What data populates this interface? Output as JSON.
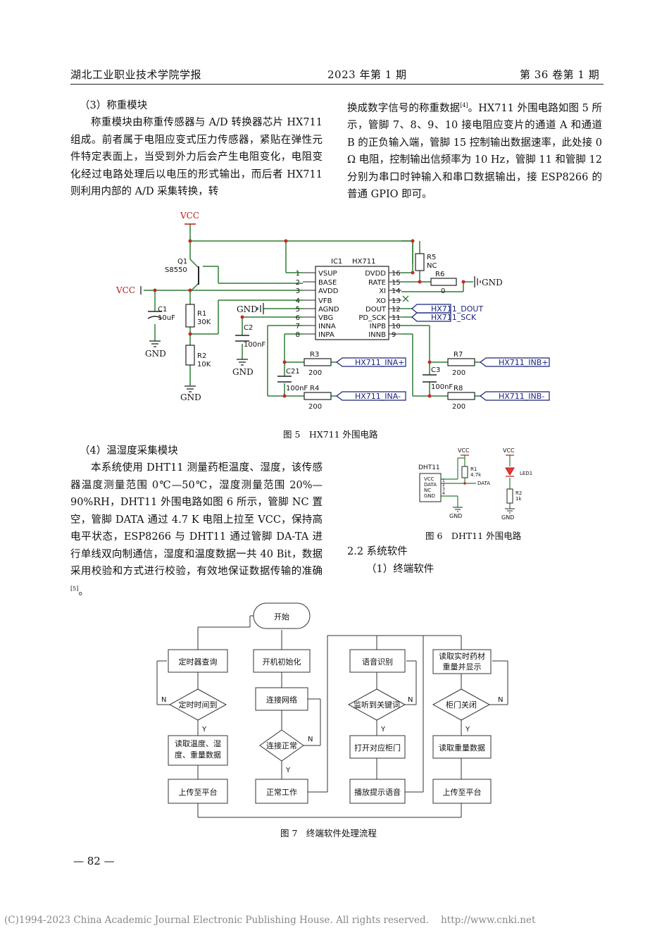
{
  "header": {
    "left": "湖北工业职业技术学院学报",
    "center": "2023 年第 1 期",
    "right": "第 36 卷第 1 期"
  },
  "col1_top": {
    "heading": "（3）称重模块",
    "para": "称重模块由称重传感器与 A/D 转换器芯片 HX711 组成。前者属于电阻应变式压力传感器，紧贴在弹性元件特定表面上，当受到外力后会产生电阻变化，电阻变化经过电路处理后以电压的形式输出，而后者 HX711 则利用内部的 A/D 采集转换，转"
  },
  "col2_top": {
    "para_before_cite": "换成数字信号的称重数据",
    "cite": "[4]",
    "para_after_cite": "。HX711 外围电路如图 5 所示，管脚 7、8、9、10 接电阻应变片的通道 A 和通道 B 的正负输入端，管脚 15 控制输出数据速率，此处接 0 Ω 电阻，控制输出信频率为 10 Hz，管脚 11 和管脚 12 分别为串口时钟输入和串口数据输出，接 ESP8266 的普通 GPIO 即可。"
  },
  "fig5": {
    "caption": "图 5　HX711 外围电路",
    "vcc_top": "VCC",
    "vcc_left": "VCC",
    "gnd": "GND",
    "q1": "Q1",
    "q1_part": "S8550",
    "c1": "C1",
    "c1_val": "10uF",
    "r1": "R1",
    "r1_val": "30K",
    "r2": "R2",
    "r2_val": "10K",
    "c2": "C2",
    "c2_val": "100nF",
    "ic_ref": "IC1",
    "ic_name": "HX711",
    "pins_left": [
      {
        "num": "1",
        "name": "VSUP"
      },
      {
        "num": "2",
        "name": "BASE"
      },
      {
        "num": "3",
        "name": "AVDD"
      },
      {
        "num": "4",
        "name": "VFB"
      },
      {
        "num": "5",
        "name": "AGND"
      },
      {
        "num": "6",
        "name": "VBG"
      },
      {
        "num": "7",
        "name": "INNA"
      },
      {
        "num": "8",
        "name": "INPA"
      }
    ],
    "pins_right": [
      {
        "num": "16",
        "name": "DVDD"
      },
      {
        "num": "15",
        "name": "RATE"
      },
      {
        "num": "14",
        "name": "XI"
      },
      {
        "num": "13",
        "name": "XO"
      },
      {
        "num": "12",
        "name": "DOUT"
      },
      {
        "num": "11",
        "name": "PD_SCK"
      },
      {
        "num": "10",
        "name": "INPB"
      },
      {
        "num": "9",
        "name": "INNB"
      }
    ],
    "r5": "R5",
    "r5_val": "NC",
    "r6": "R6",
    "r6_val": "0",
    "r3": "R3",
    "r3_val": "200",
    "r4": "R4",
    "r4_val": "200",
    "r7": "R7",
    "r7_val": "200",
    "r8": "R8",
    "r8_val": "200",
    "c21": "C21",
    "c21_val": "100nF",
    "c3": "C3",
    "c3_val": "100nF",
    "net_dout": "HX711_DOUT",
    "net_sck": "HX711_SCK",
    "net_inap": "HX711_INA+",
    "net_inan": "HX711_INA-",
    "net_inbp": "HX711_INB+",
    "net_inbn": "HX711_INB-"
  },
  "col1_bottom": {
    "heading": "（4）温湿度采集模块",
    "para_before_cite": "本系统使用 DHT11 测量药柜温度、湿度，该传感器温度测量范围 0℃—50℃，湿度测量范围 20%—90%RH，DHT11 外围电路如图 6 所示，管脚 NC 置空，管脚 DATA 通过 4.7 K 电阻上拉至 VCC，保持高电平状态，ESP8266 与 DHT11 通过管脚 DA-TA 进行单线双向制通信，湿度和温度数据一共 40 Bit，数据采用校验和方式进行校验，有效地保证数据传输的准确",
    "cite": "[5]",
    "para_after_cite": "。"
  },
  "fig6": {
    "caption": "图 6　DHT11 外围电路",
    "chip": "DHT11",
    "pins": [
      "VCC",
      "DATA",
      "NC",
      "GND"
    ],
    "pin_nums": [
      "1",
      "2",
      "3",
      "4"
    ],
    "vcc": "VCC",
    "gnd": "GND",
    "r1": "R1",
    "r1_val": "4.7k",
    "data": "DATA",
    "led": "LED1",
    "r2": "R2",
    "r2_val": "1k"
  },
  "col2_bottom": {
    "section": "2.2 系统软件",
    "sub": "（1）终端软件"
  },
  "fig7": {
    "caption": "图 7　终端软件处理流程",
    "start": "开始",
    "col1": [
      "定时器查询",
      "定时时间到",
      "读取温度、湿度、重量数据",
      "上传至平台"
    ],
    "col2": [
      "开机初始化",
      "连接网络",
      "连接正常",
      "正常工作"
    ],
    "col3": [
      "语音识别",
      "监听到关键词",
      "打开对应柜门",
      "播放提示语音"
    ],
    "col4": [
      "读取实时药材重量并显示",
      "柜门关闭",
      "读取重量数据",
      "上传至平台"
    ],
    "yes": "Y",
    "no": "N"
  },
  "page_number": "— 82 —",
  "footer": "(C)1994-2023 China Academic Journal Electronic Publishing House. All rights reserved.    http://www.cnki.net"
}
